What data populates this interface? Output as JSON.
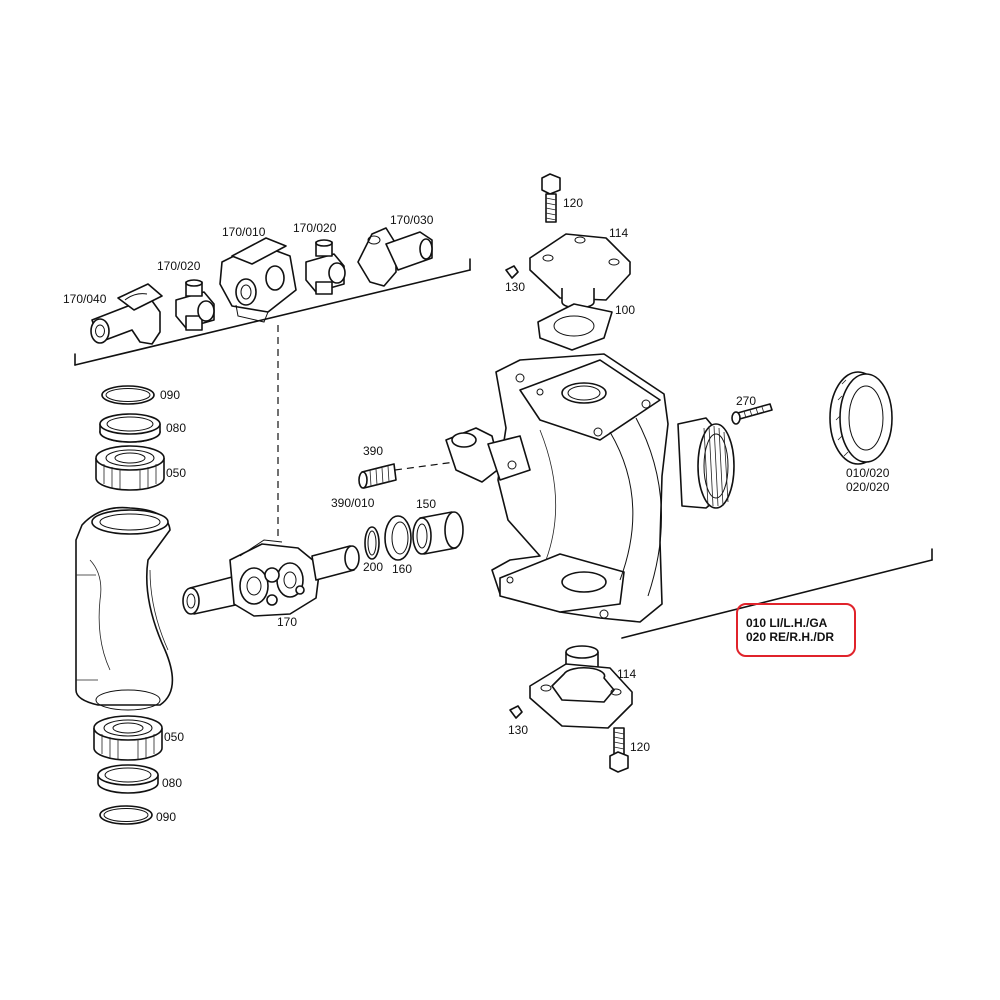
{
  "labels": {
    "p170_040": "170/040",
    "p170_020_a": "170/020",
    "p170_010": "170/010",
    "p170_020_b": "170/020",
    "p170_030": "170/030",
    "p090_top": "090",
    "p080_top": "080",
    "p050_top": "050",
    "p050_bottom": "050",
    "p080_bottom": "080",
    "p090_bottom": "090",
    "p390": "390",
    "p390_010": "390/010",
    "p150": "150",
    "p200": "200",
    "p160": "160",
    "p170": "170",
    "p120_top": "120",
    "p114_top": "114",
    "p130_top": "130",
    "p100": "100",
    "p270": "270",
    "p010_020": "010/020",
    "p020_020": "020/020",
    "p114_bottom": "114",
    "p130_bottom": "130",
    "p120_bottom": "120"
  },
  "variant_box": {
    "line1": "010 LI/L.H./GA",
    "line2": "020 RE/R.H./DR",
    "border_color": "#e0232b"
  },
  "colors": {
    "ink": "#111111",
    "background": "#ffffff",
    "highlight": "#e0232b"
  }
}
